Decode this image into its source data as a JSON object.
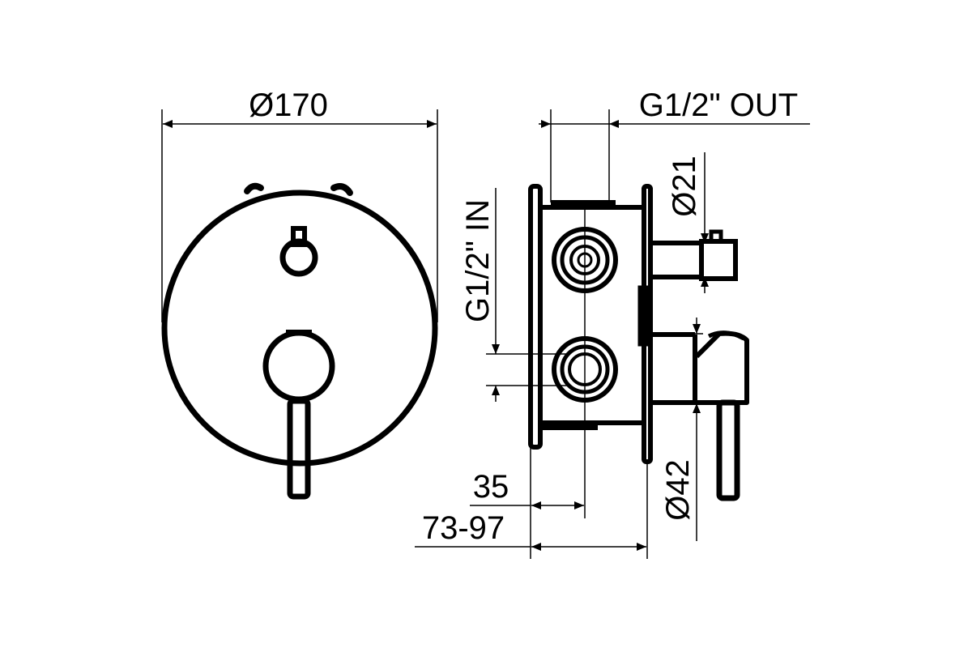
{
  "dimensions": {
    "front_diameter": "Ø170",
    "outlet_thread": "G1/2\" OUT",
    "diverter_diameter": "Ø21",
    "inlet_thread": "G1/2\" IN",
    "handle_diameter": "Ø42",
    "inlet_depth": "35",
    "installation_depth": "73-97"
  },
  "colors": {
    "ink": "#000000",
    "background": "#ffffff"
  }
}
